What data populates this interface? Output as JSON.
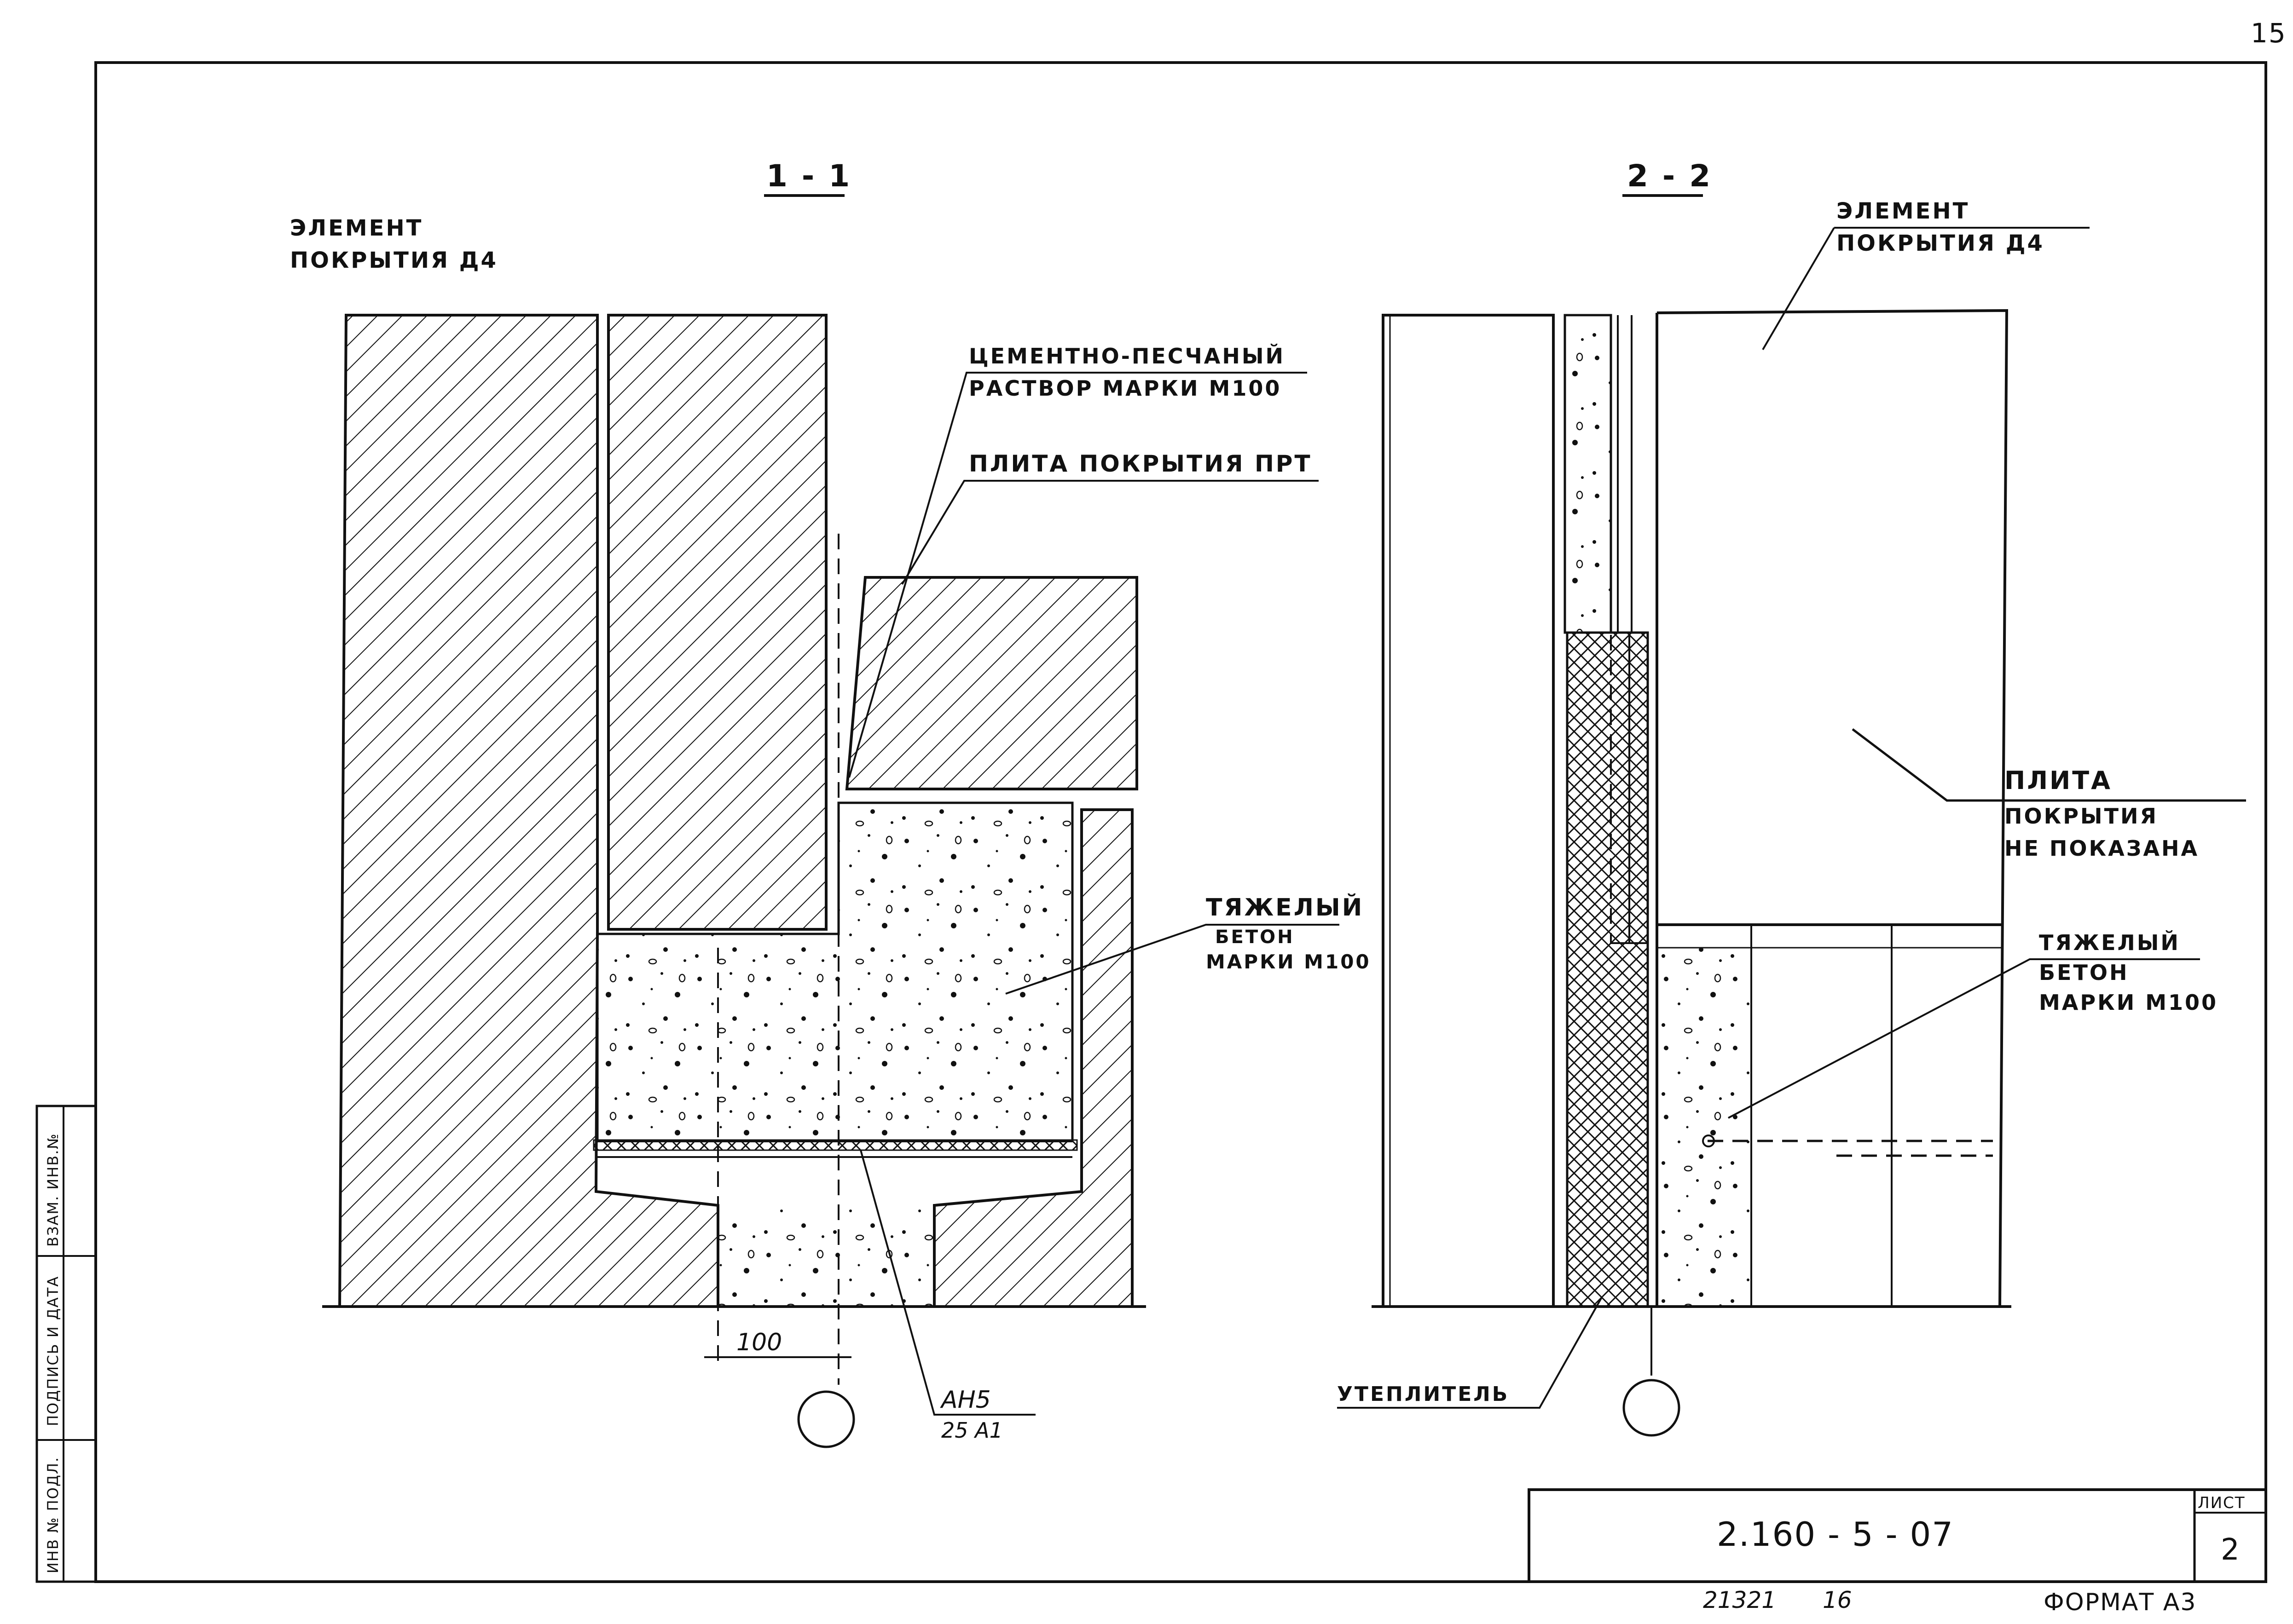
{
  "sheet": {
    "page_number": "15",
    "designation": "2.160 - 5 - 07",
    "sheet_label": "ЛИСТ",
    "sheet_number": "2",
    "format": "ФОРМАТ А3",
    "archive_number": "21321",
    "archive_sub": "16"
  },
  "stamp_strip": {
    "inv_original": "ИНВ № ПОДЛ.",
    "signature_date": "ПОДПИСЬ И ДАТА",
    "inv_replaced": "ВЗАМ. ИНВ.№"
  },
  "section_1": {
    "title": "1 - 1",
    "element_label": [
      "ЭЛЕМЕНТ",
      "ПОКРЫТИЯ  Д4"
    ],
    "mortar_label": [
      "ЦЕМЕНТНО-ПЕСЧАНЫЙ",
      "РАСТВОР МАРКИ М100"
    ],
    "slab_label": "ПЛИТА ПОКРЫТИЯ ПРТ",
    "concrete_label": [
      "ТЯЖЕЛЫЙ",
      "БЕТОН",
      "МАРКИ М100"
    ],
    "dimension": "100",
    "anchor_label": [
      "АН5",
      "25 А1"
    ]
  },
  "section_2": {
    "title": "2 - 2",
    "element_label": [
      "ЭЛЕМЕНТ",
      "ПОКРЫТИЯ  Д4"
    ],
    "slab_label": [
      "ПЛИТА",
      "ПОКРЫТИЯ",
      "НЕ ПОКАЗАНА"
    ],
    "concrete_label": [
      "ТЯЖЕЛЫЙ",
      "БЕТОН",
      "МАРКИ М100"
    ],
    "insulation_label": "УТЕПЛИТЕЛЬ"
  },
  "colors": {
    "ink": "#111111",
    "paper": "#ffffff"
  }
}
